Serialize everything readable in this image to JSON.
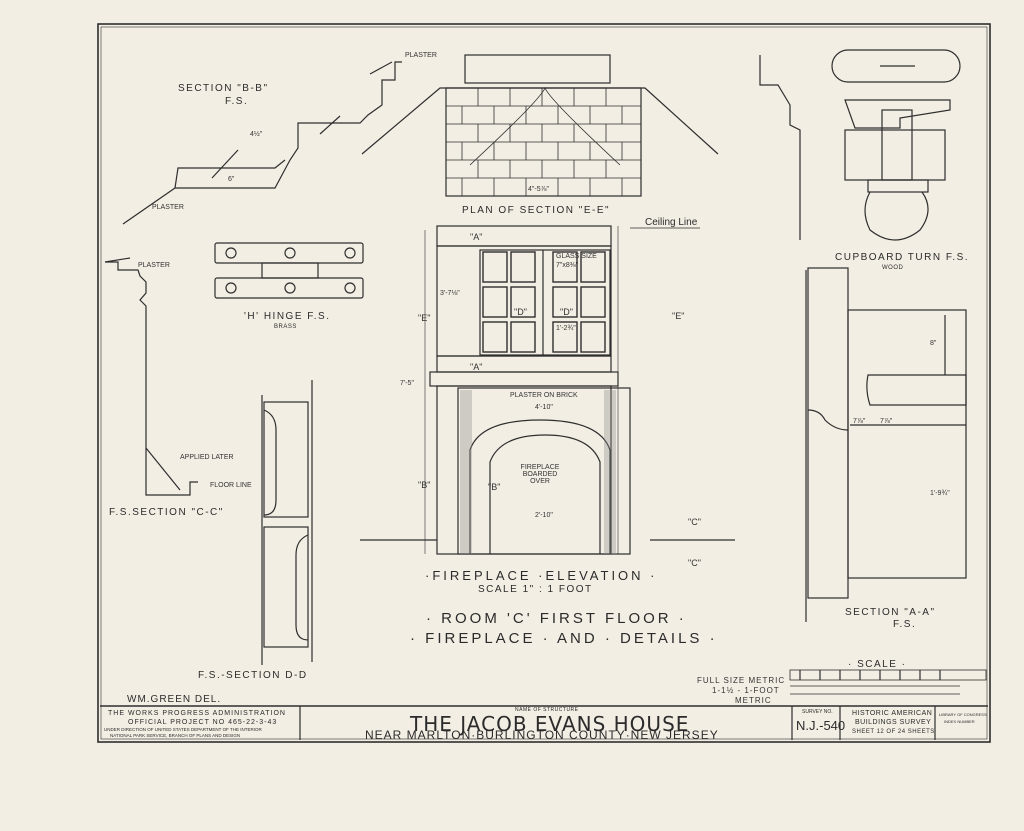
{
  "views": {
    "section_bb": {
      "title": "SECTION \"B-B\"",
      "scale": "F.S.",
      "dims": [
        "4½\"",
        "6\""
      ],
      "notes": [
        "PLASTER",
        "PLASTER"
      ]
    },
    "plan_ee": {
      "title": "PLAN OF SECTION \"E-E\"",
      "dims": [
        "4\"-5⅞\""
      ]
    },
    "ceiling_line": "Ceiling Line",
    "h_hinge": {
      "title": "'H' HINGE  F.S.",
      "material": "BRASS"
    },
    "section_cc": {
      "title": "F.S.SECTION \"C-C\"",
      "notes": [
        "PLASTER",
        "APPLIED LATER",
        "FLOOR LINE"
      ]
    },
    "section_dd": {
      "title": "F.S.-SECTION  D-D"
    },
    "cupboard_turn": {
      "title": "CUPBOARD TURN F.S.",
      "material": "WOOD"
    },
    "section_aa": {
      "title": "SECTION \"A-A\"",
      "scale": "F.S.",
      "dims": [
        "8\"",
        "1'-9¾\"",
        "7⅞\"",
        "7⅞\""
      ]
    },
    "fireplace_elevation": {
      "title": "·FIREPLACE ·ELEVATION ·",
      "scale": "SCALE  1\" : 1 FOOT",
      "notes": {
        "glass_size_label": "GLASS SIZE",
        "glass_size_value": "7\"x8⅜\"",
        "plaster_on_brick": "PLASTER ON BRICK",
        "fireplace_boarded": "FIREPLACE BOARDED OVER"
      },
      "markers": [
        "\"D\"",
        "\"D\"",
        "\"E\"",
        "\"E\"",
        "\"A\"",
        "\"A\"",
        "\"B\"",
        "\"B\"",
        "\"C\"",
        "\"C\""
      ],
      "dims": [
        "7'-5\"",
        "4'-10\"",
        "2'-10\"",
        "3'-7⅛\"",
        "1'-2¾\""
      ]
    }
  },
  "room_heading": "· ROOM 'C' FIRST FLOOR ·",
  "details_heading": "· FIREPLACE · AND · DETAILS ·",
  "scale_block": {
    "title": "· SCALE ·",
    "labels": [
      "FULL SIZE METRIC",
      "1-1½ - 1-FOOT",
      "METRIC"
    ]
  },
  "delineator": "WM.GREEN DEL.",
  "title_block": {
    "agency": "THE WORKS PROGRESS ADMINISTRATION",
    "project": "OFFICIAL PROJECT NO 465-22-3-43",
    "direction_1": "UNDER DIRECTION OF UNITED STATES DEPARTMENT OF THE INTERIOR",
    "direction_2": "NATIONAL PARK SERVICE, BRANCH OF PLANS AND DESIGN",
    "name_label": "NAME OF STRUCTURE",
    "structure_name": "THE JACOB EVANS HOUSE",
    "location": "NEAR MARLTON·BURLINGTON COUNTY·NEW JERSEY",
    "survey_label": "SURVEY NO.",
    "survey_no": "N.J.-540",
    "habs_1": "HISTORIC AMERICAN",
    "habs_2": "BUILDINGS SURVEY",
    "sheet": "SHEET 12 OF 24 SHEETS",
    "loc_1": "LIBRARY OF CONGRESS",
    "loc_2": "INDEX NUMBER"
  }
}
